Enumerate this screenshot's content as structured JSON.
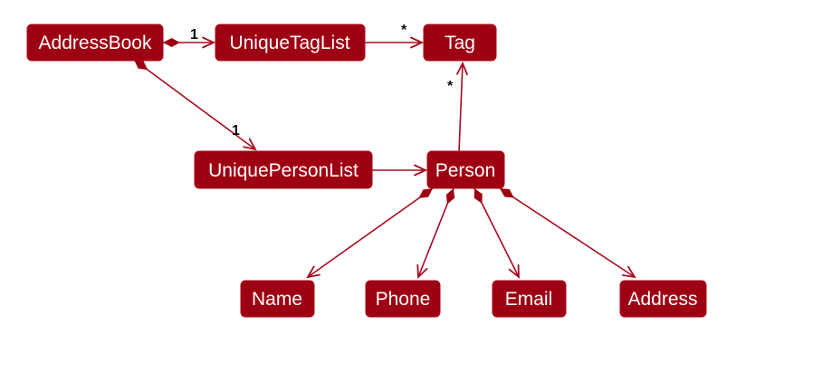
{
  "diagram": {
    "kind": "uml-class-diagram",
    "subject": "AddressBook model structure",
    "colors": {
      "background": "#ffffff",
      "box_fill": "#9d0012",
      "box_border": "#a80a1e",
      "box_text": "#ffffff",
      "line": "#a80a1e",
      "multiplicity_text": "#0d0d0d"
    },
    "classes": [
      {
        "id": "address-book",
        "label": "AddressBook"
      },
      {
        "id": "unique-tag-list",
        "label": "UniqueTagList"
      },
      {
        "id": "tag",
        "label": "Tag"
      },
      {
        "id": "unique-person-list",
        "label": "UniquePersonList"
      },
      {
        "id": "person",
        "label": "Person"
      },
      {
        "id": "name",
        "label": "Name"
      },
      {
        "id": "phone",
        "label": "Phone"
      },
      {
        "id": "email",
        "label": "Email"
      },
      {
        "id": "address",
        "label": "Address"
      }
    ],
    "relationships": [
      {
        "from": "AddressBook",
        "to": "UniqueTagList",
        "type": "composition",
        "multiplicity": "1"
      },
      {
        "from": "UniqueTagList",
        "to": "Tag",
        "type": "association",
        "multiplicity": "*"
      },
      {
        "from": "AddressBook",
        "to": "UniquePersonList",
        "type": "composition",
        "multiplicity": "1"
      },
      {
        "from": "UniquePersonList",
        "to": "Person",
        "type": "association"
      },
      {
        "from": "Person",
        "to": "Tag",
        "type": "association",
        "multiplicity": "*"
      },
      {
        "from": "Person",
        "to": "Name",
        "type": "composition"
      },
      {
        "from": "Person",
        "to": "Phone",
        "type": "composition"
      },
      {
        "from": "Person",
        "to": "Email",
        "type": "composition"
      },
      {
        "from": "Person",
        "to": "Address",
        "type": "composition"
      }
    ]
  }
}
